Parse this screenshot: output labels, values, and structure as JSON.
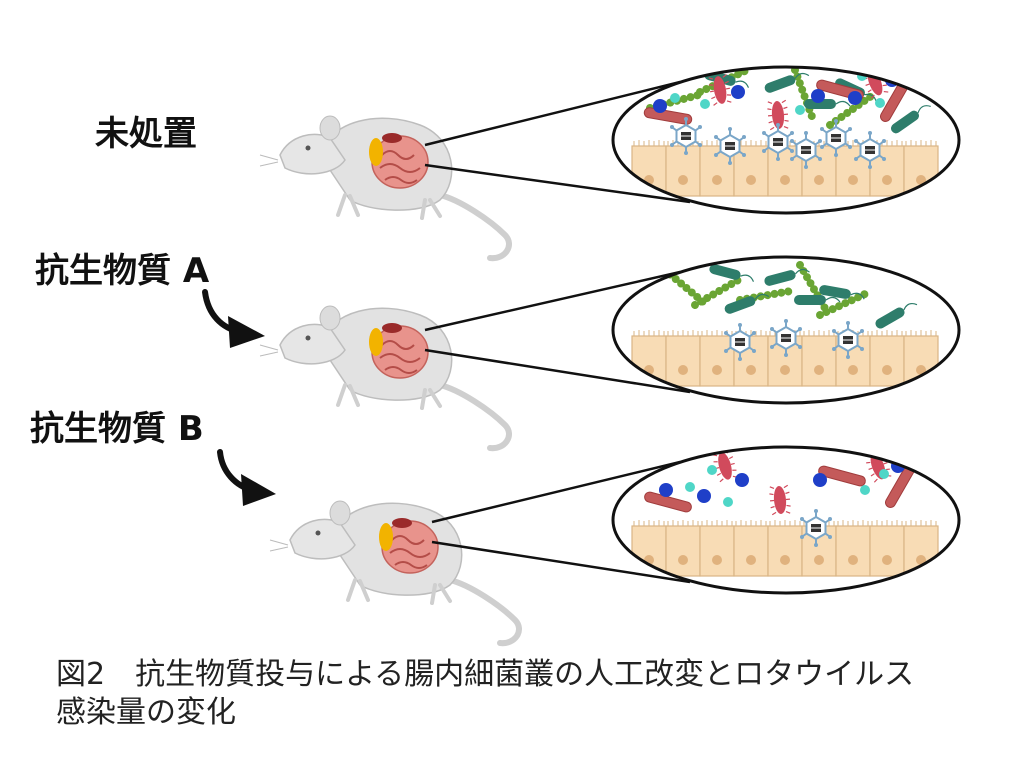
{
  "panels": [
    {
      "label": "未処置"
    },
    {
      "label": "抗生物質 A"
    },
    {
      "label": "抗生物質 B"
    }
  ],
  "caption": {
    "line1": "図2　抗生物質投与による腸内細菌叢の人工改変とロタウイルス",
    "line2": "感染量の変化"
  },
  "colors": {
    "epithelium_fill": "#f8dcb5",
    "epithelium_stroke": "#d9b586",
    "nucleus": "#e0b27e",
    "green_chain": "#6aa534",
    "teal_rod": "#2e7d6b",
    "red_rod": "#c45a5a",
    "blue_coccus": "#1f3fc8",
    "cyan_coccus": "#4fd6c7",
    "virus": "#7aa6c8"
  }
}
